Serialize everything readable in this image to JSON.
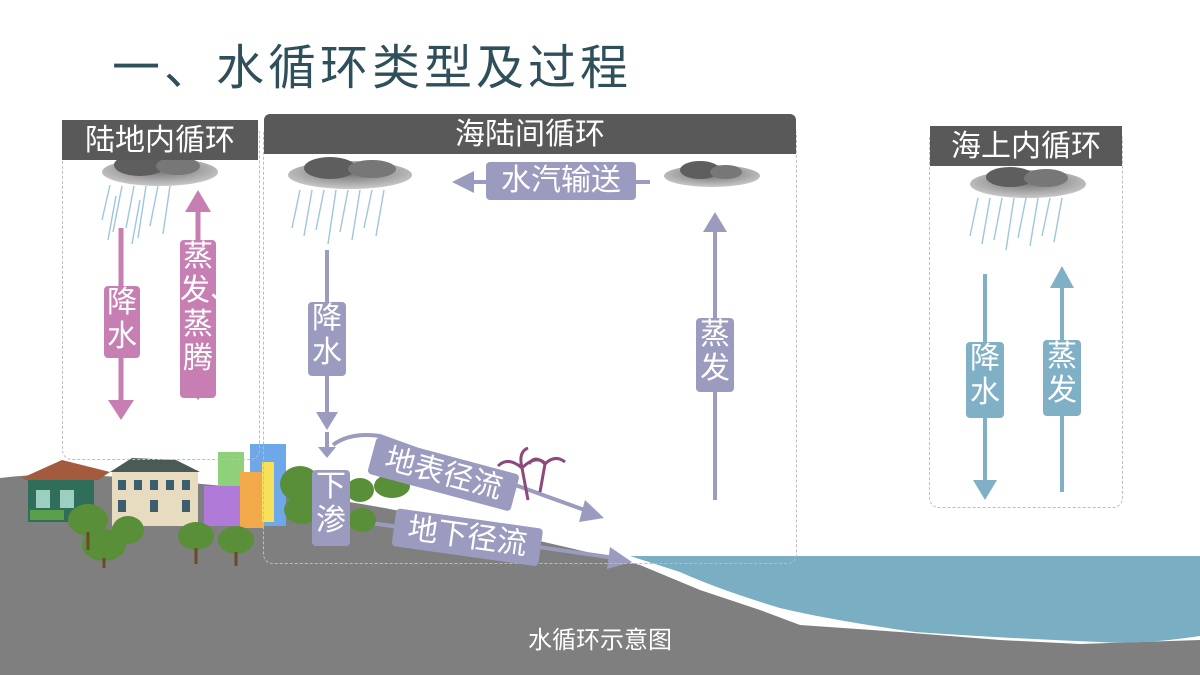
{
  "title": "一、水循环类型及过程",
  "panels": {
    "land": {
      "tab": "陆地内循环",
      "precip": "降水",
      "evap": "蒸发、蒸腾"
    },
    "sea_land": {
      "tab": "海陆间循环",
      "vapor": "水汽输送",
      "precip": "降水",
      "evap": "蒸发",
      "infiltration": "下渗",
      "surface_runoff": "地表径流",
      "underground_runoff": "地下径流"
    },
    "ocean": {
      "tab": "海上内循环",
      "precip": "降水",
      "evap": "蒸发"
    }
  },
  "caption": "水循环示意图",
  "colors": {
    "land": "#c77fb3",
    "sea_land": "#9b9bbf",
    "ocean": "#7fb0c6",
    "ground": "#7f7f7f",
    "sea": "#7aaec3",
    "tab": "#595959",
    "title": "#2f4f5a"
  },
  "icons": [
    "rain-cloud-icon",
    "house-icon",
    "buildings-icon",
    "tree-icon",
    "palm-icon"
  ]
}
